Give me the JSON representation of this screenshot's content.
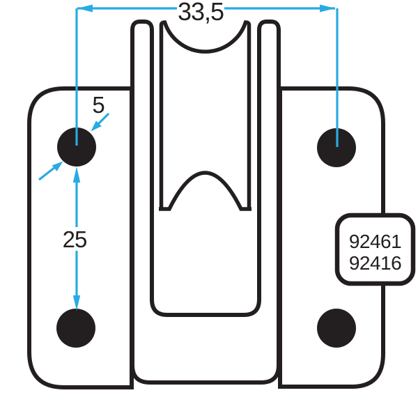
{
  "drawing": {
    "kind": "pulley-block-technical-drawing",
    "dimensions": {
      "overall_width": "33,5",
      "hole_diameter": "5",
      "hole_spacing": "25"
    },
    "part_numbers": {
      "line1": "92461",
      "line2": "92416"
    },
    "colors": {
      "line": "#231F20",
      "dimension": "#29ABE2",
      "background": "#FFFFFF"
    }
  }
}
